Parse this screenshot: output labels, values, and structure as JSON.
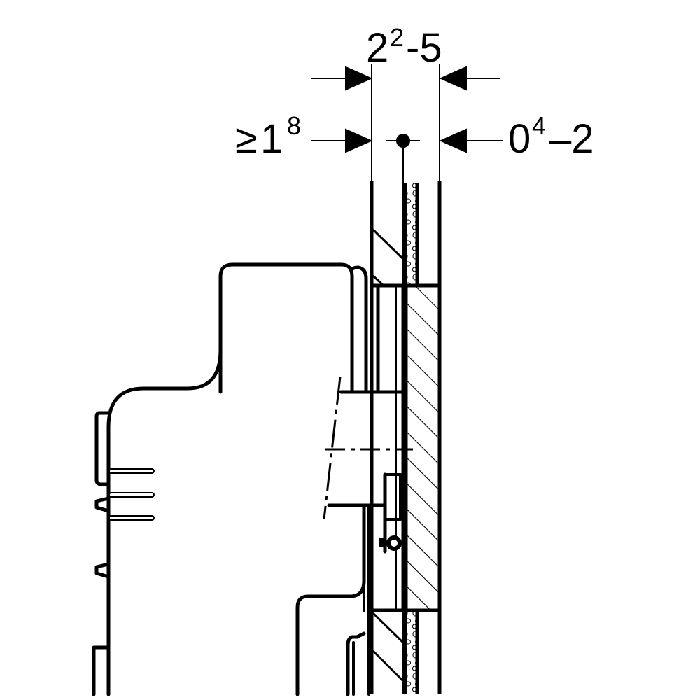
{
  "diagram": {
    "type": "technical-section-drawing",
    "colors": {
      "line": "#000000",
      "background": "#ffffff"
    },
    "dimensions": {
      "top": {
        "base": "2",
        "sup": "2",
        "rest": "-5"
      },
      "left": {
        "prefix": "≥",
        "base": "1",
        "sup": "8"
      },
      "right": {
        "base": "0",
        "sup": "4",
        "rest": "–2"
      }
    }
  }
}
